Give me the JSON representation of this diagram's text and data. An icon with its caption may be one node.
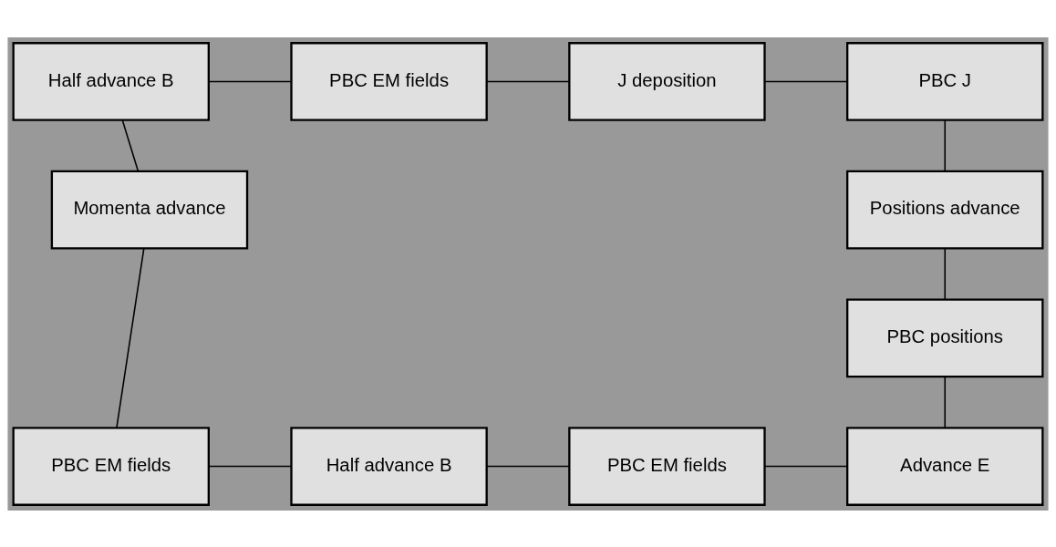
{
  "diagram": {
    "nodes": [
      {
        "text": [
          "Half advance B"
        ]
      },
      {
        "text": [
          "PBC EM fields"
        ]
      },
      {
        "text": [
          "J deposition"
        ]
      },
      {
        "text": [
          "PBC J"
        ]
      },
      {
        "text": [
          "Positions advance"
        ]
      },
      {
        "text": [
          "PBC positions"
        ]
      },
      {
        "text": [
          "Advance E"
        ]
      },
      {
        "text": [
          "PBC EM fields"
        ]
      },
      {
        "text": [
          "Half advance B"
        ]
      },
      {
        "text": [
          "PBC EM fields"
        ]
      },
      {
        "text": [
          "Momenta advance"
        ]
      }
    ],
    "edges": [
      {
        "from": 0,
        "to": 1,
        "arrow": "none"
      },
      {
        "from": 1,
        "to": 2,
        "arrow": "none"
      },
      {
        "from": 2,
        "to": 3,
        "arrow": "none"
      },
      {
        "from": 3,
        "to": 4,
        "arrow": "none"
      },
      {
        "from": 4,
        "to": 5,
        "arrow": "none"
      },
      {
        "from": 5,
        "to": 6,
        "arrow": "none"
      },
      {
        "from": 6,
        "to": 7,
        "arrow": "none"
      },
      {
        "from": 7,
        "to": 8,
        "arrow": "none"
      },
      {
        "from": 8,
        "to": 9,
        "arrow": "none"
      },
      {
        "from": 9,
        "to": 10,
        "arrow": "none"
      },
      {
        "from": 10,
        "to": 0,
        "arrow": "none"
      }
    ]
  }
}
